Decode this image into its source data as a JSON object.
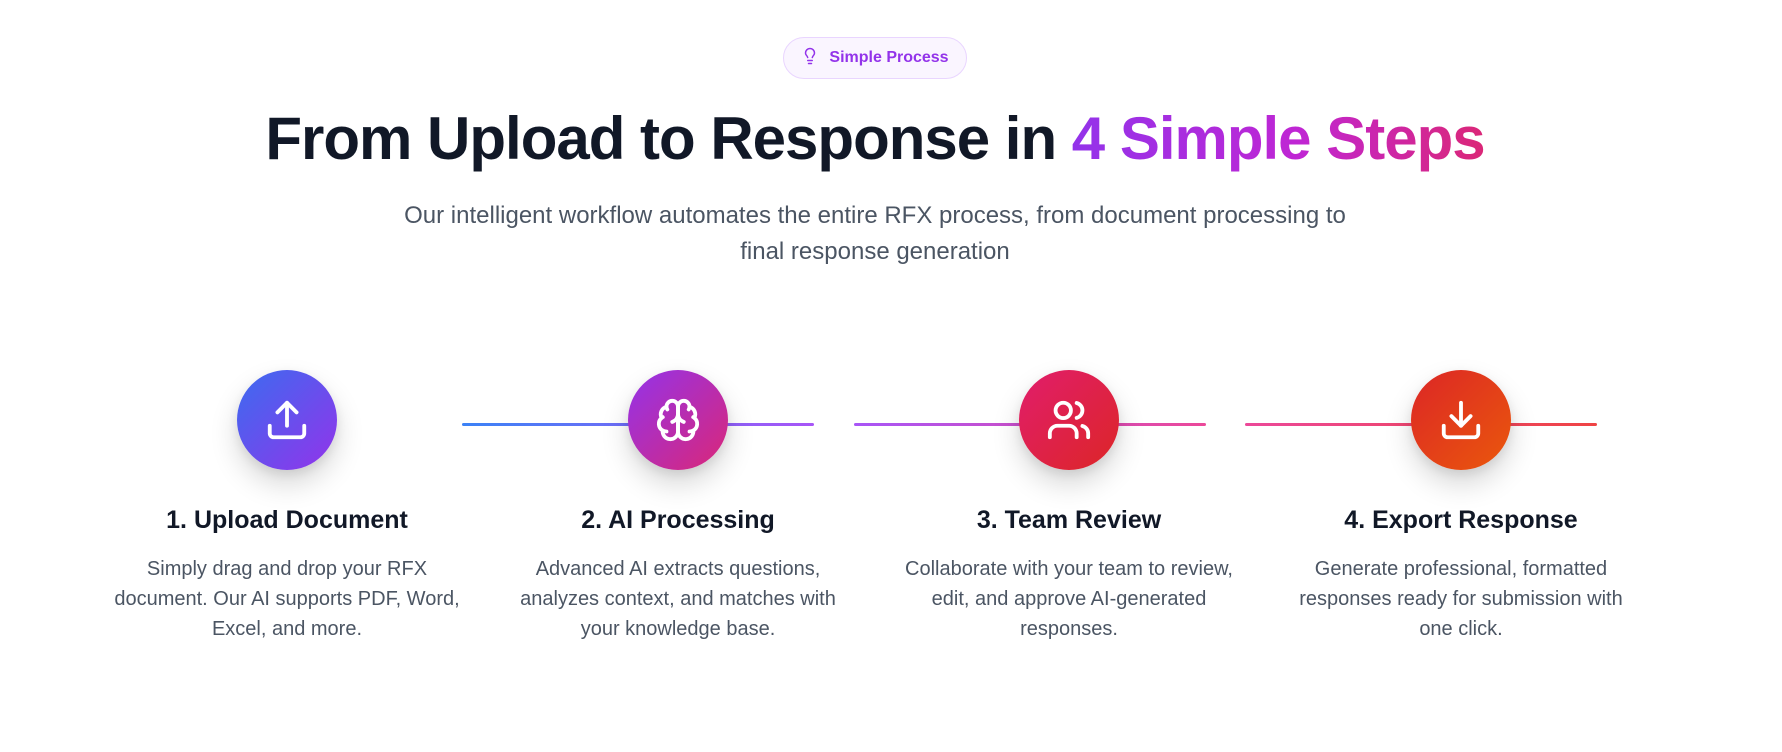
{
  "badge": {
    "label": "Simple Process",
    "icon": "lightbulb-icon"
  },
  "heading": {
    "prefix": "From Upload to Response in ",
    "highlight": "4 Simple Steps"
  },
  "subtitle": "Our intelligent workflow automates the entire RFX process, from document processing to final response generation",
  "steps": [
    {
      "title": "1. Upload Document",
      "description": "Simply drag and drop your RFX document. Our AI supports PDF, Word, Excel, and more.",
      "icon": "upload-icon"
    },
    {
      "title": "2. AI Processing",
      "description": "Advanced AI extracts questions, analyzes context, and matches with your knowledge base.",
      "icon": "brain-icon"
    },
    {
      "title": "3. Team Review",
      "description": "Collaborate with your team to review, edit, and approve AI-generated responses.",
      "icon": "users-icon"
    },
    {
      "title": "4. Export Response",
      "description": "Generate professional, formatted responses ready for submission with one click.",
      "icon": "download-icon"
    }
  ],
  "colors": {
    "accent_purple": "#9333ea",
    "accent_pink": "#db2777",
    "heading_dark": "#111827",
    "body_gray": "#4b5563"
  }
}
